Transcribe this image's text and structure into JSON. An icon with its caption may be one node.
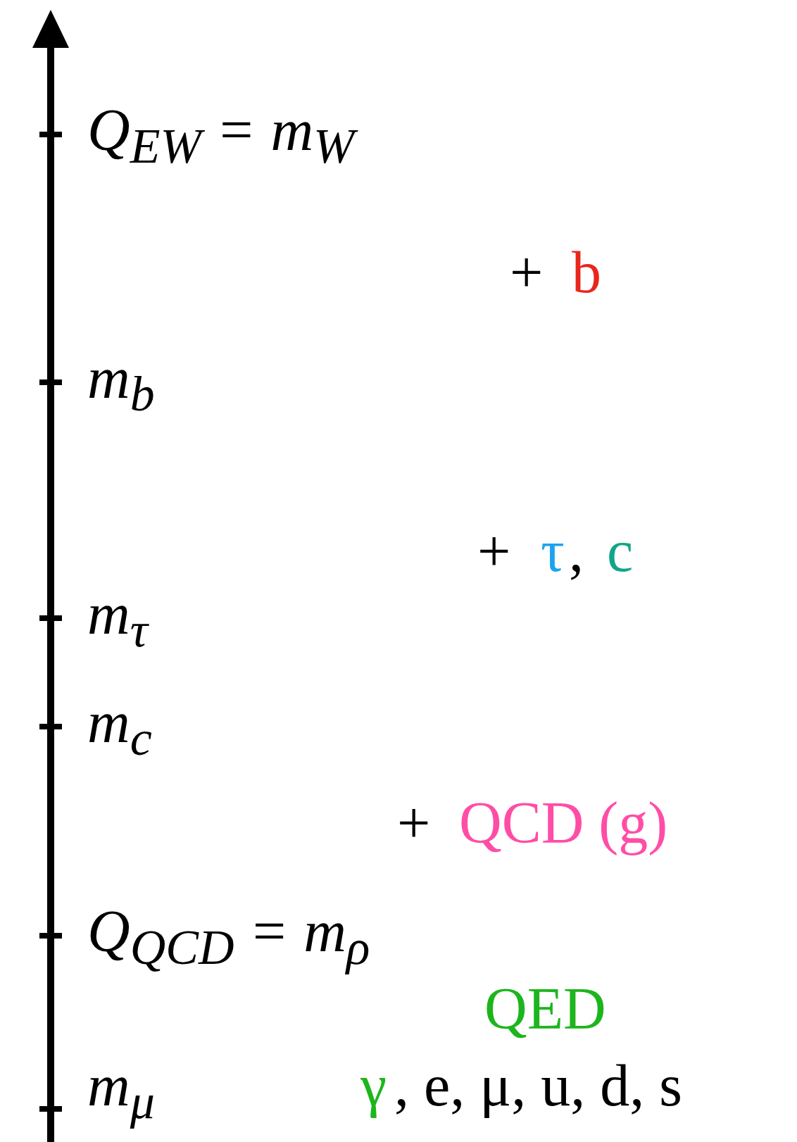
{
  "diagram": {
    "labels": [
      "Q$_{EW}$ = m$_{W}$",
      "+",
      "b",
      "m$_{b}$",
      "+",
      "τ",
      ",",
      "c",
      "m$_{τ}$",
      "m$_{c}$",
      "+",
      "QCD (g)",
      "Q$_{QCD}$ = m$_{ρ}$",
      "QED",
      "m$_{μ}$",
      "γ",
      ", e, μ, u, d, s"
    ]
  }
}
